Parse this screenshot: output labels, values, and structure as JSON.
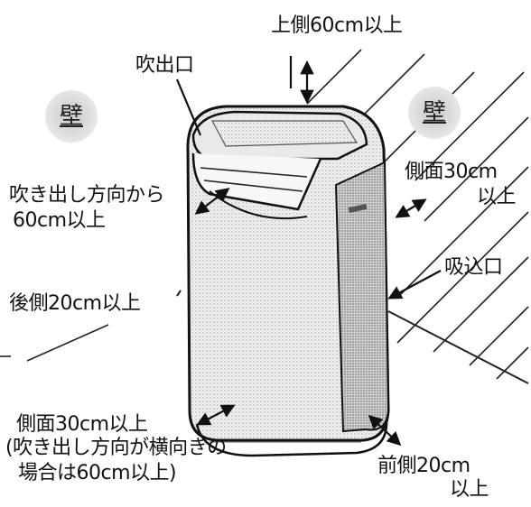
{
  "labels": {
    "top": "上側60cm以上",
    "outlet": "吹出口",
    "wall_left": "壁",
    "wall_right": "壁",
    "blow_direction_line1": "吹き出し方向から",
    "blow_direction_line2": "60cm以上",
    "side_right_line1": "側面30cm",
    "side_right_line2": "以上",
    "intake": "吸込口",
    "rear": "後側20cm以上",
    "side_bottom_line1": "側面30cm以上",
    "side_bottom_line2": "(吹き出し方向が横向きの",
    "side_bottom_line3": "場合は60cm以上)",
    "front_line1": "前側20cm",
    "front_line2": "以上"
  }
}
